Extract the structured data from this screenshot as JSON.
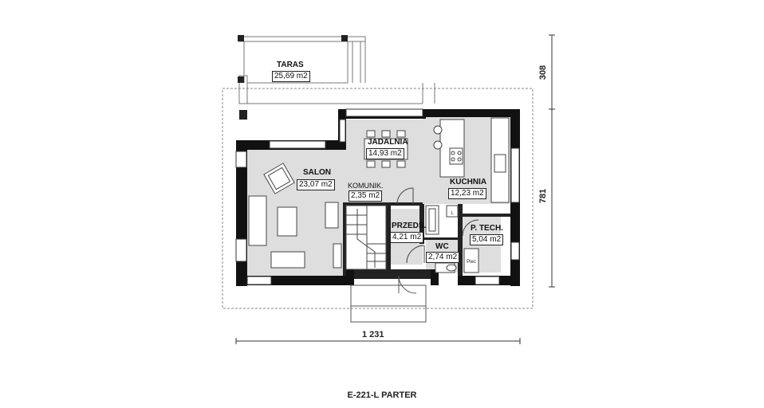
{
  "rooms": [
    {
      "key": "taras",
      "name": "TARAS",
      "area": "25,69 m2"
    },
    {
      "key": "jadalnia",
      "name": "JADALNIA",
      "area": "14,93 m2"
    },
    {
      "key": "salon",
      "name": "SALON",
      "area": "23,07 m2"
    },
    {
      "key": "komunik",
      "name": "KOMUNIK.",
      "area": "2,35 m2"
    },
    {
      "key": "kuchnia",
      "name": "KUCHNIA",
      "area": "12,23 m2"
    },
    {
      "key": "przeds",
      "name": "PRZEDS.",
      "area": "4,21 m2"
    },
    {
      "key": "tech",
      "name": "P. TECH.",
      "area": "5,04 m2"
    },
    {
      "key": "wc",
      "name": "WC",
      "area": "2,74 m2"
    }
  ],
  "dimensions": {
    "width": "1 231",
    "depth_terrace": "308",
    "depth_house": "781"
  },
  "fixture_labels": {
    "boiler": "Piec",
    "fridge": "L"
  },
  "caption": "E-221-L PARTER"
}
